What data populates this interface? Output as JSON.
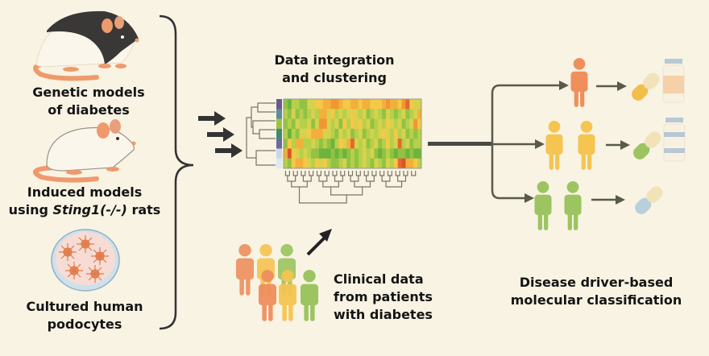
{
  "inputs": {
    "genetic": {
      "line1": "Genetic models",
      "line2": "of diabetes"
    },
    "induced": {
      "line1": "Induced models",
      "line2_prefix": "using ",
      "line2_italic": "Sting1(-/-)",
      "line2_suffix": " rats"
    },
    "cultured": {
      "line1": "Cultured human",
      "line2": "podocytes"
    }
  },
  "integration": {
    "line1": "Data integration",
    "line2": "and clustering"
  },
  "clinical": {
    "line1": "Clinical data",
    "line2": "from patients",
    "line3": "with diabetes"
  },
  "classification": {
    "line1": "Disease driver-based",
    "line2": "molecular classification"
  },
  "colors": {
    "background": "#f8f3e3",
    "orange": "#ef8f5c",
    "yellow": "#f5c451",
    "green": "#9cc460",
    "arrow": "#333333",
    "connector": "#5a5a4a"
  },
  "heatmap": {
    "row_annotations": [
      "#6a5a8c",
      "#5d8c9c",
      "#9cc444",
      "#3f8c6c",
      "#6a6a9c",
      "#c8d8e8",
      "#e0e8f0"
    ],
    "values": [
      [
        0.3,
        0.2,
        0.4,
        0.4,
        0.3,
        0.3,
        0.5,
        0.5,
        0.6,
        0.6,
        0.7,
        0.7,
        0.8,
        0.8,
        0.7,
        0.6,
        0.6,
        0.7,
        0.7,
        0.6,
        0.7,
        0.7,
        0.6,
        0.6,
        0.6,
        0.7,
        0.8,
        0.7,
        0.7,
        0.6,
        0.8,
        0.9,
        0.6,
        0.5,
        0.5
      ],
      [
        0.4,
        0.3,
        0.5,
        0.3,
        0.4,
        0.3,
        0.4,
        0.5,
        0.4,
        0.7,
        0.7,
        0.5,
        0.6,
        0.4,
        0.5,
        0.4,
        0.5,
        0.6,
        0.5,
        0.4,
        0.5,
        0.3,
        0.4,
        0.5,
        0.4,
        0.3,
        0.5,
        0.4,
        0.3,
        0.4,
        0.5,
        0.3,
        0.4,
        0.5,
        0.7
      ],
      [
        0.3,
        0.4,
        0.3,
        0.5,
        0.4,
        0.4,
        0.5,
        0.3,
        0.5,
        0.8,
        0.8,
        0.5,
        0.4,
        0.5,
        0.3,
        0.6,
        0.4,
        0.6,
        0.5,
        0.6,
        0.4,
        0.5,
        0.3,
        0.4,
        0.5,
        0.4,
        0.6,
        0.5,
        0.4,
        0.5,
        0.3,
        0.4,
        0.5,
        0.8,
        0.6
      ],
      [
        0.4,
        0.2,
        0.4,
        0.3,
        0.5,
        0.5,
        0.6,
        0.7,
        0.7,
        0.7,
        0.5,
        0.5,
        0.4,
        0.3,
        0.5,
        0.4,
        0.5,
        0.3,
        0.4,
        0.5,
        0.3,
        0.4,
        0.5,
        0.4,
        0.5,
        0.6,
        0.5,
        0.4,
        0.6,
        0.4,
        0.5,
        0.3,
        0.4,
        0.3,
        0.4
      ],
      [
        0.3,
        0.6,
        0.4,
        0.7,
        0.7,
        0.4,
        0.4,
        0.5,
        0.4,
        0.3,
        0.4,
        0.3,
        0.2,
        0.4,
        0.6,
        0.5,
        0.7,
        0.9,
        0.5,
        0.4,
        0.5,
        0.3,
        0.4,
        0.5,
        0.3,
        0.4,
        0.6,
        0.4,
        0.5,
        0.9,
        0.4,
        0.5,
        0.3,
        0.4,
        0.4
      ],
      [
        0.7,
        0.95,
        0.6,
        0.5,
        0.4,
        0.5,
        0.4,
        0.3,
        0.3,
        0.2,
        0.2,
        0.2,
        0.3,
        0.2,
        0.3,
        0.2,
        0.3,
        0.4,
        0.3,
        0.4,
        0.5,
        0.4,
        0.5,
        0.3,
        0.2,
        0.3,
        0.4,
        0.3,
        0.2,
        0.3,
        0.3,
        0.2,
        0.3,
        0.2,
        0.2
      ],
      [
        0.4,
        0.3,
        0.6,
        0.7,
        0.7,
        0.6,
        0.5,
        0.4,
        0.6,
        0.5,
        0.6,
        0.4,
        0.3,
        0.3,
        0.4,
        0.5,
        0.3,
        0.4,
        0.3,
        0.4,
        0.5,
        0.4,
        0.3,
        0.5,
        0.4,
        0.3,
        0.5,
        0.4,
        0.6,
        0.9,
        0.95,
        0.7,
        0.7,
        0.6,
        0.4
      ]
    ]
  }
}
